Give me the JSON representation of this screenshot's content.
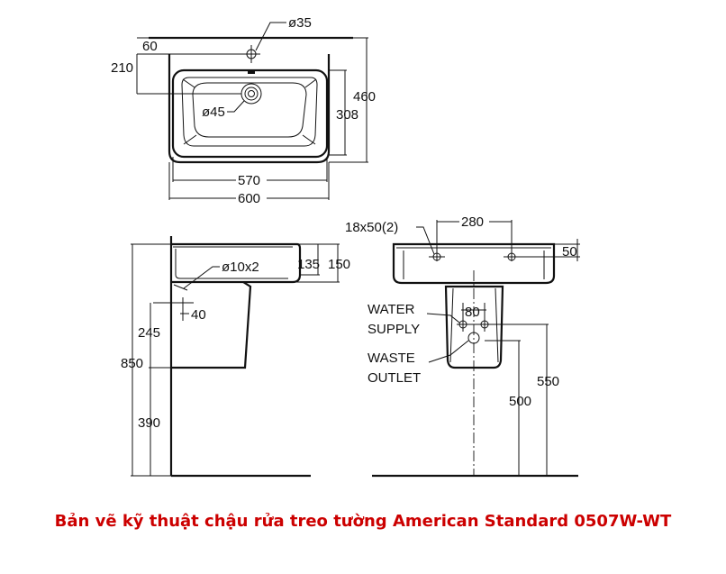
{
  "top_view": {
    "dims": {
      "hole_top": "ø35",
      "d60": "60",
      "d210": "210",
      "drain": "ø45",
      "d460": "460",
      "d308": "308",
      "d570": "570",
      "d600": "600"
    }
  },
  "side_view": {
    "dims": {
      "fix": "ø10x2",
      "d135": "135",
      "d150": "150",
      "d40": "40",
      "d245": "245",
      "d850": "850",
      "d390": "390"
    }
  },
  "front_view": {
    "dims": {
      "slots": "18x50(2)",
      "d280": "280",
      "d50": "50",
      "d80": "80",
      "d500": "500",
      "d550": "550"
    },
    "labels": {
      "water_1": "WATER",
      "water_2": "SUPPLY",
      "waste_1": "WASTE",
      "waste_2": "OUTLET"
    }
  },
  "caption": "Bản vẽ kỹ thuật chậu rửa treo tường American Standard 0507W-WT",
  "colors": {
    "caption": "#cc0000",
    "line": "#111111"
  }
}
